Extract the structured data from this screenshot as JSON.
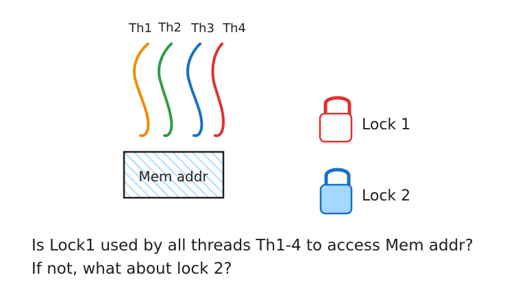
{
  "threads": [
    {
      "label": "Th1",
      "color": "#f08c00"
    },
    {
      "label": "Th2",
      "color": "#2f9e44"
    },
    {
      "label": "Th3",
      "color": "#1971c2"
    },
    {
      "label": "Th4",
      "color": "#e03131"
    }
  ],
  "memory": {
    "label": "Mem addr",
    "fill_color": "#a5d8ff",
    "stroke_color": "#1e1e1e"
  },
  "locks": [
    {
      "label": "Lock 1",
      "stroke_color": "#e03131",
      "fill_color": "#ffffff"
    },
    {
      "label": "Lock 2",
      "stroke_color": "#1971c2",
      "fill_color": "#a5d8ff"
    }
  ],
  "question": {
    "line1": "Is Lock1 used by all threads Th1-4 to access Mem addr?",
    "line2": "If not, what about lock 2?"
  }
}
